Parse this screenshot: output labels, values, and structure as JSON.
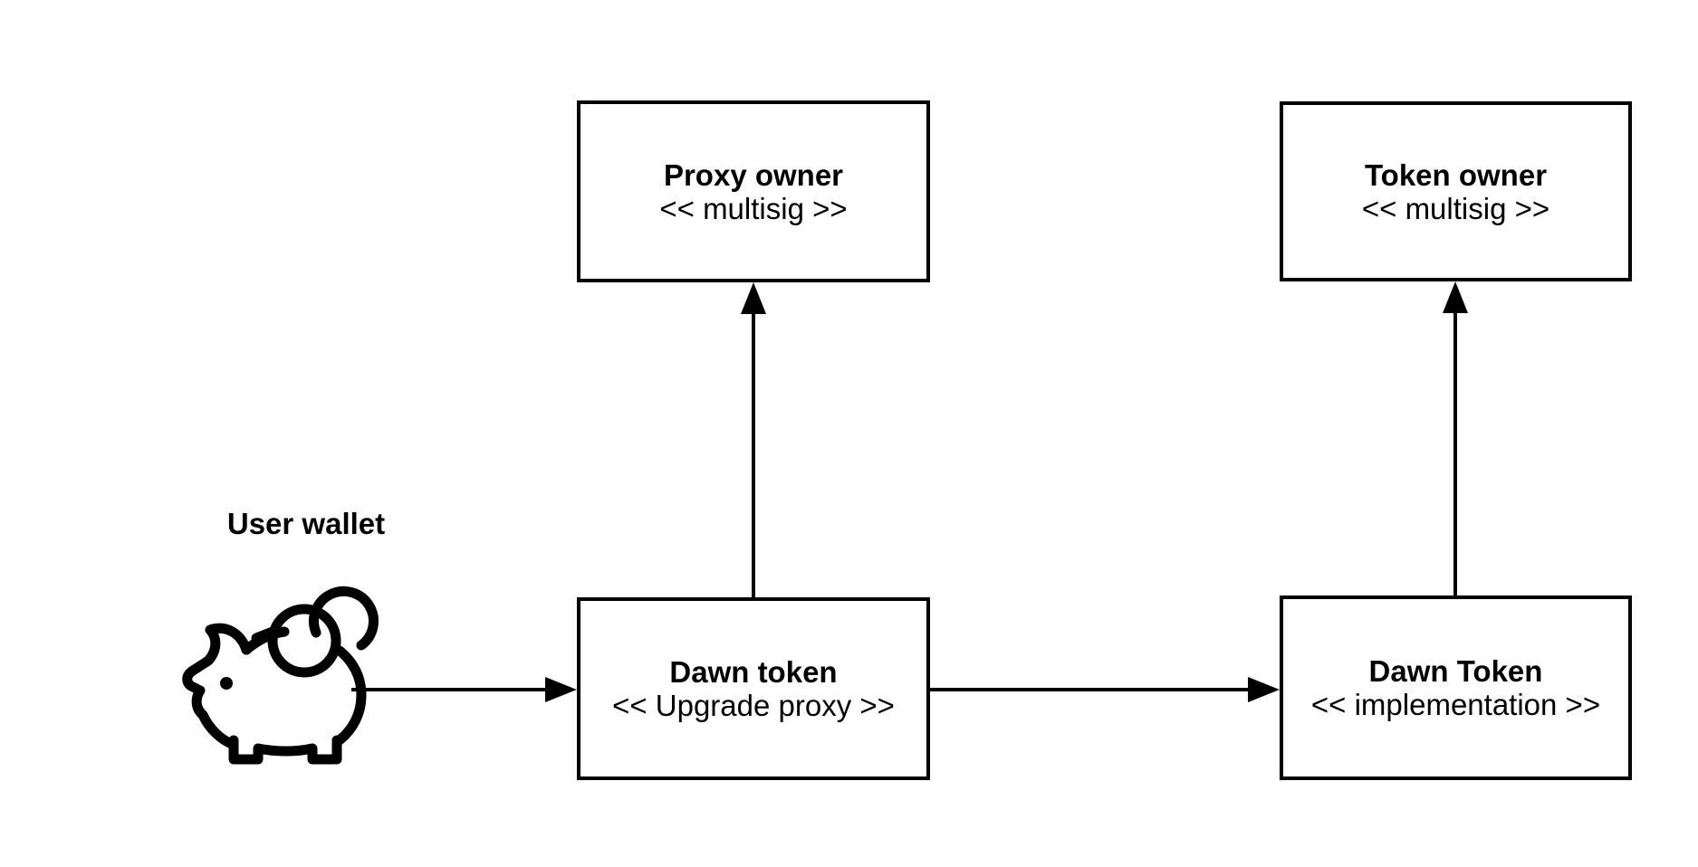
{
  "diagram": {
    "background_color": "#ffffff",
    "stroke_color": "#000000",
    "nodes": {
      "proxy_owner": {
        "title": "Proxy owner",
        "stereotype": "<< multisig >>"
      },
      "token_owner": {
        "title": "Token owner",
        "stereotype": "<< multisig >>"
      },
      "dawn_token_proxy": {
        "title": "Dawn token",
        "stereotype": "<< Upgrade proxy >>"
      },
      "dawn_token_impl": {
        "title": "Dawn Token",
        "stereotype": "<< implementation >>"
      },
      "user_wallet": {
        "label": "User wallet",
        "icon": "piggy-bank-icon"
      }
    },
    "edges": [
      {
        "from": "user_wallet",
        "to": "dawn_token_proxy",
        "arrowhead": "filled-triangle",
        "direction": "right"
      },
      {
        "from": "dawn_token_proxy",
        "to": "proxy_owner",
        "arrowhead": "filled-triangle",
        "direction": "up"
      },
      {
        "from": "dawn_token_proxy",
        "to": "dawn_token_impl",
        "arrowhead": "filled-triangle",
        "direction": "right"
      },
      {
        "from": "dawn_token_impl",
        "to": "token_owner",
        "arrowhead": "filled-triangle",
        "direction": "up"
      }
    ]
  }
}
